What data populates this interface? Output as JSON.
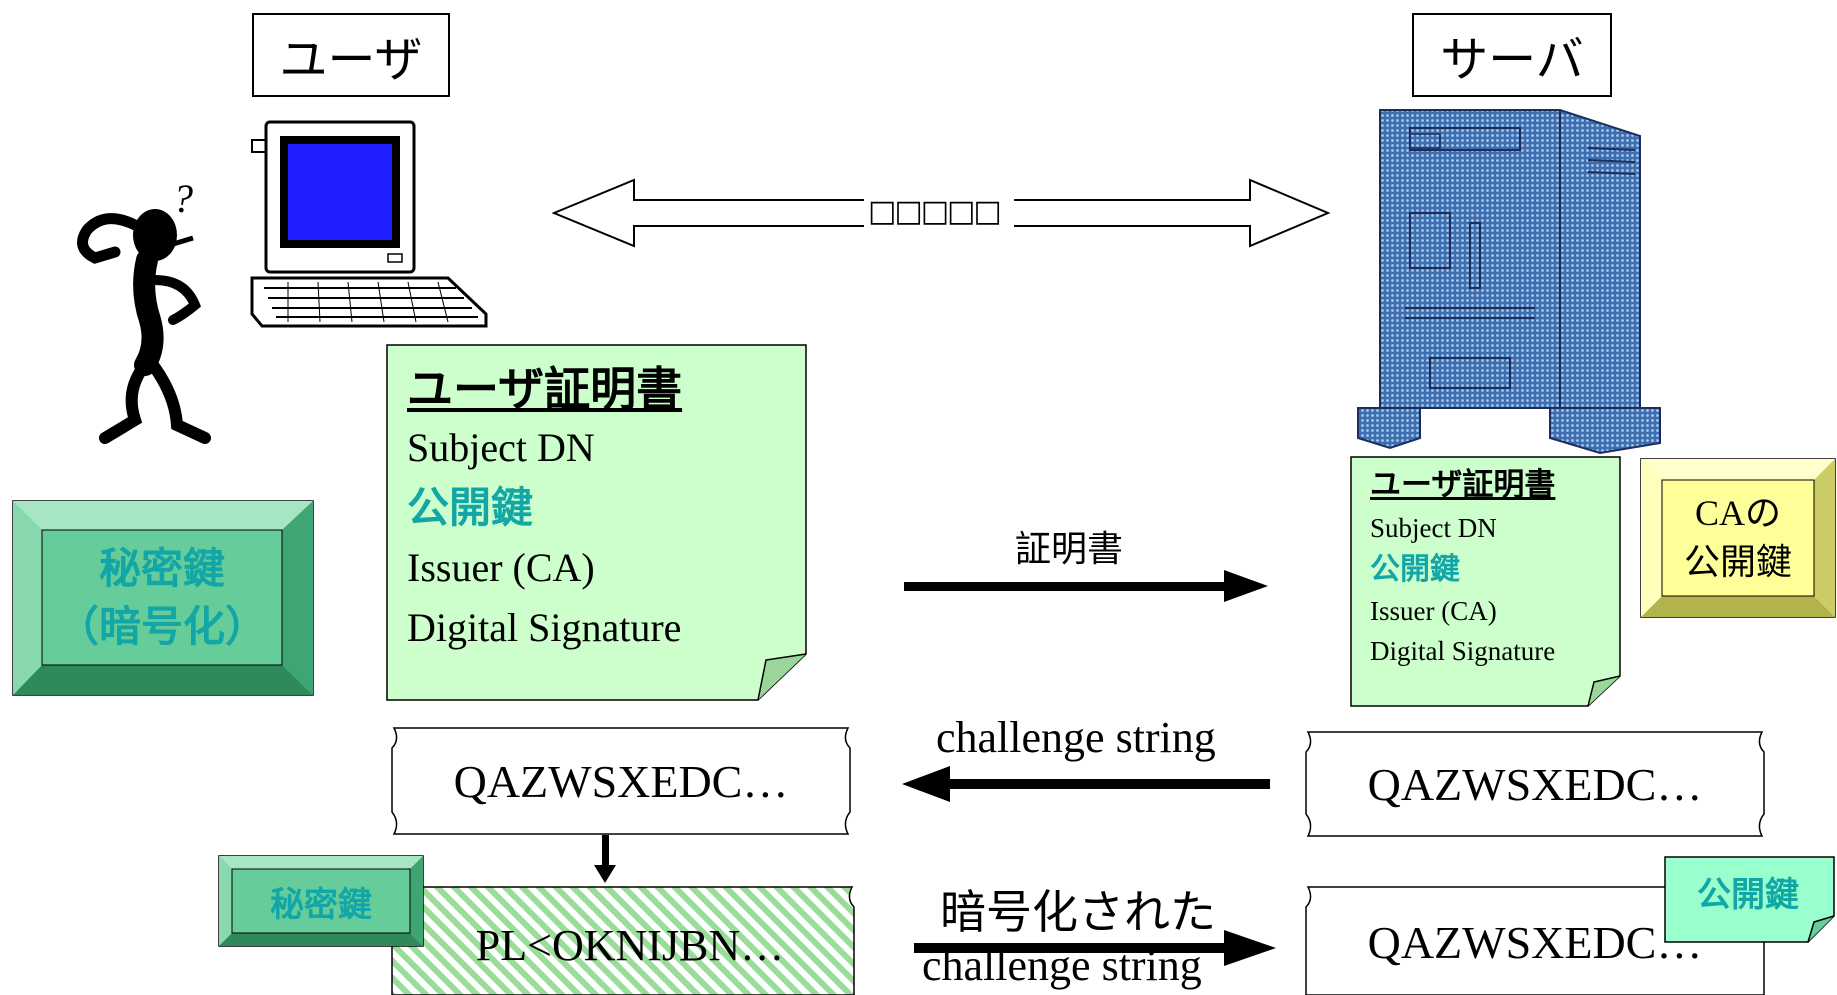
{
  "labels": {
    "user": "ユーザ",
    "server": "サーバ",
    "channel": "□□□□□"
  },
  "user_cert": {
    "title": "ユーザ証明書",
    "subject": "Subject DN",
    "public_key": "公開鍵",
    "issuer": "Issuer (CA)",
    "signature": "Digital Signature"
  },
  "server_cert": {
    "title": "ユーザ証明書",
    "subject": "Subject DN",
    "public_key": "公開鍵",
    "issuer": "Issuer (CA)",
    "signature": "Digital Signature"
  },
  "private_key_box": {
    "line1": "秘密鍵",
    "line2": "（暗号化）"
  },
  "ca_key_box": {
    "line1": "CAの",
    "line2": "公開鍵"
  },
  "arrows": {
    "cert": "証明書",
    "challenge": "challenge string",
    "encrypted_line1": "暗号化された",
    "encrypted_line2": "challenge string"
  },
  "strings": {
    "user_challenge": "QAZWSXEDC…",
    "server_challenge": "QAZWSXEDC…",
    "encrypted": "PL<OKNIJBN…",
    "server_decrypted": "QAZWSXEDC…"
  },
  "small_keys": {
    "private": "秘密鍵",
    "public": "公開鍵"
  },
  "colors": {
    "note_green": "#ccffcc",
    "bevel_green": "#66cc99",
    "bevel_yellow": "#ffff99",
    "teal_text": "#12a6a6",
    "monitor_blue": "#1f1fff",
    "server_blue": "#5b84b8"
  }
}
